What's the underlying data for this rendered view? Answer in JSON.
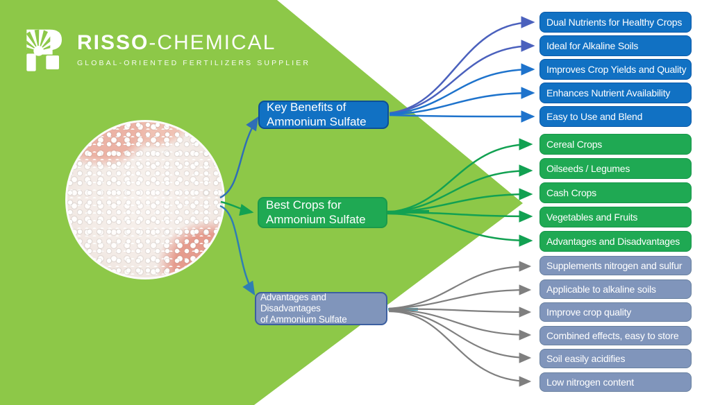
{
  "logo": {
    "brand_bold": "RISSO",
    "brand_light": "-CHEMICAL",
    "tagline": "GLOBAL-ORIENTED FERTILIZERS SUPPLIER"
  },
  "colors": {
    "bg_green": "#8DC848",
    "node_blue": "#1171C3",
    "node_green": "#1FA953",
    "node_slate": "#8095BB",
    "arrow_indigo": "#4B61BD",
    "arrow_blue": "#1E73CC",
    "arrow_green": "#12A152",
    "arrow_gray": "#7F7F7F",
    "arrow_teal": "#45B0C6",
    "arrow_photo_blue": "#2F6EB6",
    "arrow_photo_teal": "#2F7EB4"
  },
  "branches": [
    {
      "title_line1": "Key Benefits of",
      "title_line2": "Ammonium Sulfate",
      "items": [
        "Dual Nutrients for Healthy Crops",
        "Ideal for Alkaline Soils",
        "Improves Crop Yields and Quality",
        "Enhances Nutrient Availability",
        "Easy to Use and Blend"
      ]
    },
    {
      "title_line1": "Best Crops for",
      "title_line2": "Ammonium Sulfate",
      "items": [
        "Cereal Crops",
        "Oilseeds / Legumes",
        "Cash Crops",
        "Vegetables and Fruits",
        "Advantages and Disadvantages"
      ]
    },
    {
      "title_line1": "Advantages and Disadvantages",
      "title_line2": "of Ammonium Sulfate",
      "items": [
        "Supplements nitrogen and sulfur",
        "Applicable to alkaline soils",
        "Improve crop quality",
        "Combined effects, easy to store",
        "Soil easily acidifies",
        "Low nitrogen content"
      ]
    }
  ]
}
